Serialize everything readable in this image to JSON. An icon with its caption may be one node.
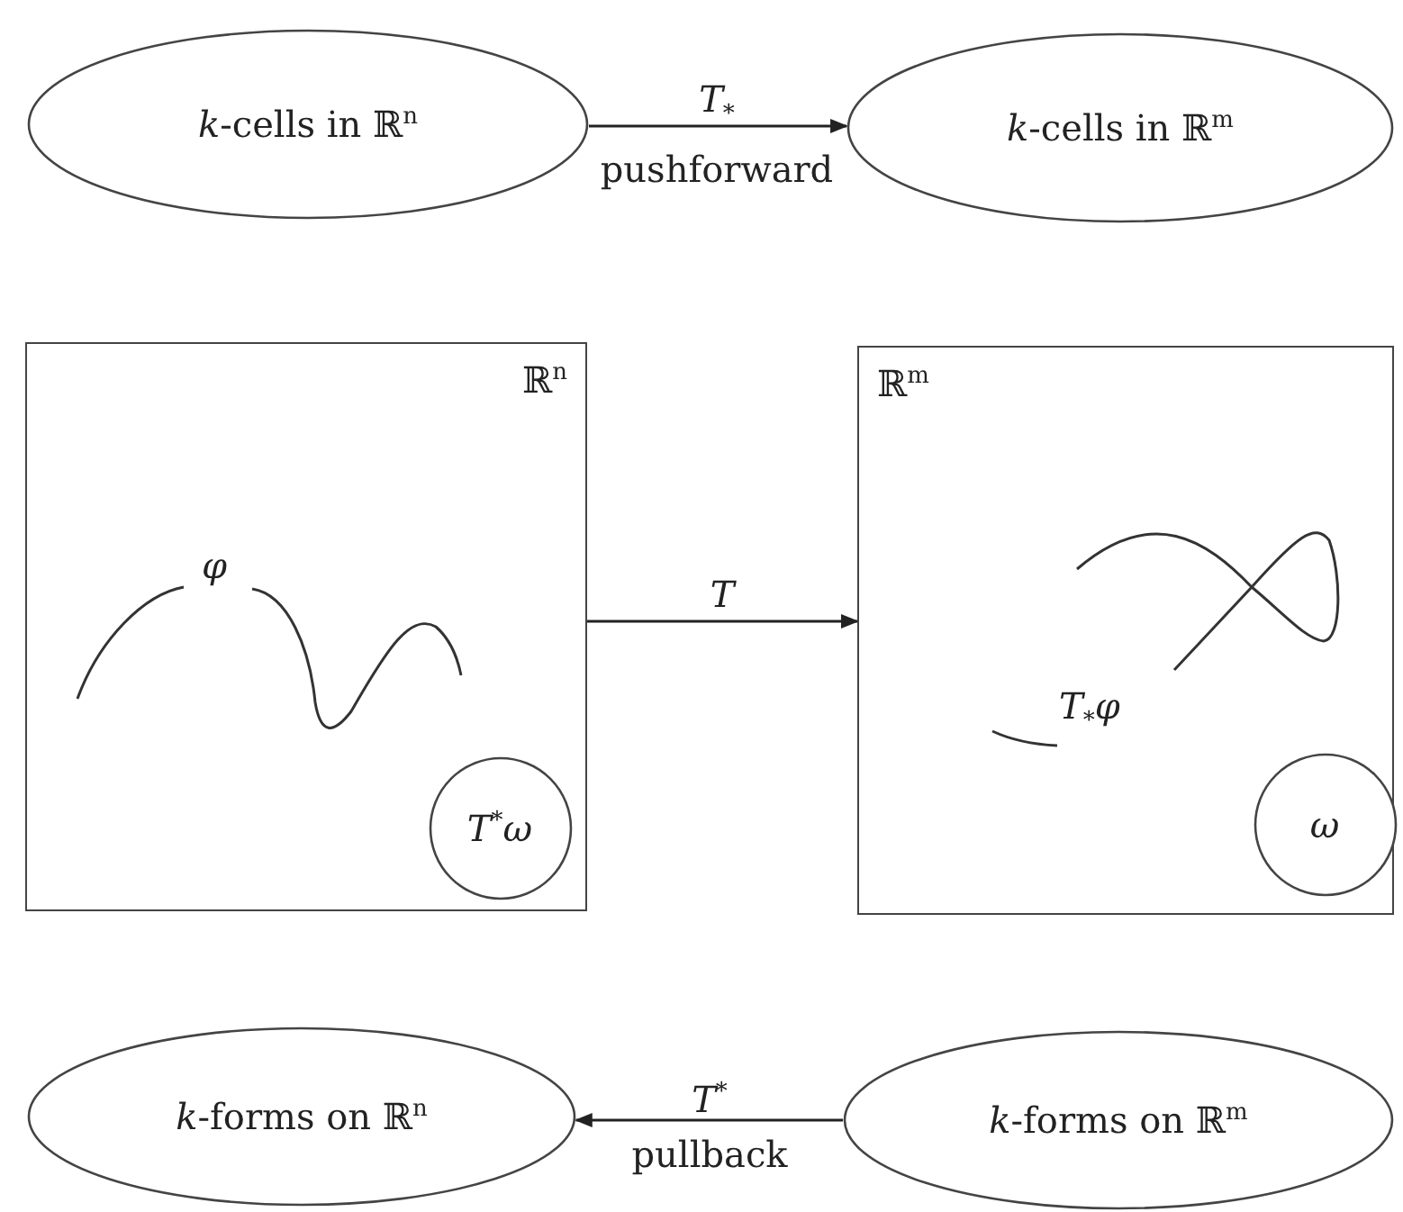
{
  "diagram": {
    "nodes": [
      {
        "text": [
          "*k*-cells in ℝ$^{n}$"
        ]
      },
      {
        "text": [
          "*k*-cells in ℝ$^{m}$"
        ]
      },
      {
        "text": [
          "ℝ$^{n}$"
        ]
      },
      {
        "text": [
          "*T*$^{*}$*ω*"
        ],
        "in": 2
      },
      {
        "text": [
          "ℝ$^{m}$"
        ]
      },
      {
        "text": [
          "ω"
        ],
        "in": 4
      },
      {
        "text": [
          "*k*-forms on ℝ$^{n}$"
        ]
      },
      {
        "text": [
          "*k*-forms on ℝ$^{m}$"
        ]
      }
    ],
    "edges": [
      {
        "from": 0,
        "to": 1,
        "arrow": "to",
        "label": "*T*$_{*}$ pushforward"
      },
      {
        "from": 2,
        "to": 4,
        "arrow": "to",
        "label": "T"
      },
      {
        "from": 7,
        "to": 6,
        "arrow": "to",
        "label": "*T*$^{*}$ pullback"
      }
    ],
    "labels": [
      "φ",
      "*T*$_{*}$*φ*"
    ]
  }
}
